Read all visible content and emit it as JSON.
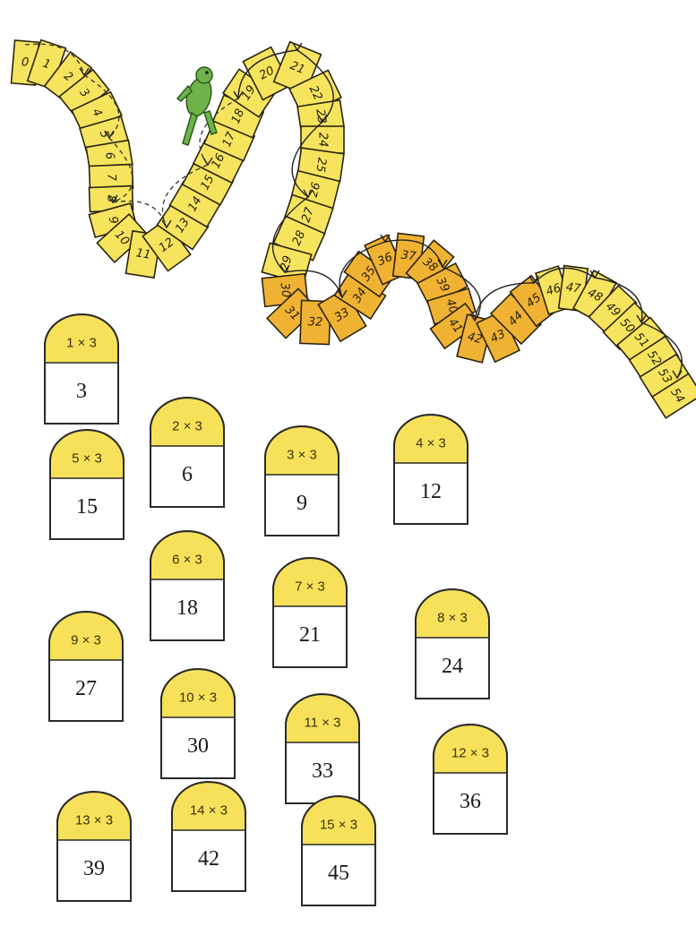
{
  "track": {
    "numbers": [
      "0",
      "1",
      "2",
      "3",
      "4",
      "5",
      "6",
      "7",
      "8",
      "9",
      "10",
      "11",
      "12",
      "13",
      "14",
      "15",
      "16",
      "17",
      "18",
      "19",
      "20",
      "21",
      "22",
      "23",
      "24",
      "25",
      "26",
      "27",
      "28",
      "29",
      "30",
      "31",
      "32",
      "33",
      "34",
      "35",
      "36",
      "37",
      "38",
      "39",
      "40",
      "41",
      "42",
      "43",
      "44",
      "45",
      "46",
      "47",
      "48",
      "49",
      "50",
      "51",
      "52",
      "53",
      "54"
    ],
    "colors": {
      "yellow": "#f6e45e",
      "orange": "#f0b233"
    },
    "frog_hops_dashed": [
      [
        0,
        3
      ],
      [
        3,
        6
      ],
      [
        6,
        9
      ],
      [
        9,
        12
      ],
      [
        12,
        15
      ],
      [
        15,
        18
      ]
    ],
    "frog_hops_solid": [
      [
        18,
        21
      ],
      [
        21,
        24
      ],
      [
        24,
        27
      ],
      [
        27,
        30
      ],
      [
        30,
        33
      ],
      [
        33,
        36
      ],
      [
        36,
        39
      ],
      [
        39,
        42
      ],
      [
        42,
        45
      ],
      [
        45,
        48
      ],
      [
        48,
        51
      ],
      [
        51,
        54
      ]
    ]
  },
  "frog": {
    "icon": "frog-icon"
  },
  "cards": [
    {
      "expr": "1 × 3",
      "answer": "3"
    },
    {
      "expr": "2 × 3",
      "answer": "6"
    },
    {
      "expr": "3 × 3",
      "answer": "9"
    },
    {
      "expr": "4 × 3",
      "answer": "12"
    },
    {
      "expr": "5 × 3",
      "answer": "15"
    },
    {
      "expr": "6 × 3",
      "answer": "18"
    },
    {
      "expr": "7 × 3",
      "answer": "21"
    },
    {
      "expr": "8 × 3",
      "answer": "24"
    },
    {
      "expr": "9 × 3",
      "answer": "27"
    },
    {
      "expr": "10 × 3",
      "answer": "30"
    },
    {
      "expr": "11 × 3",
      "answer": "33"
    },
    {
      "expr": "12 × 3",
      "answer": "36"
    },
    {
      "expr": "13 × 3",
      "answer": "39"
    },
    {
      "expr": "14 × 3",
      "answer": "42"
    },
    {
      "expr": "15 × 3",
      "answer": "45"
    }
  ]
}
